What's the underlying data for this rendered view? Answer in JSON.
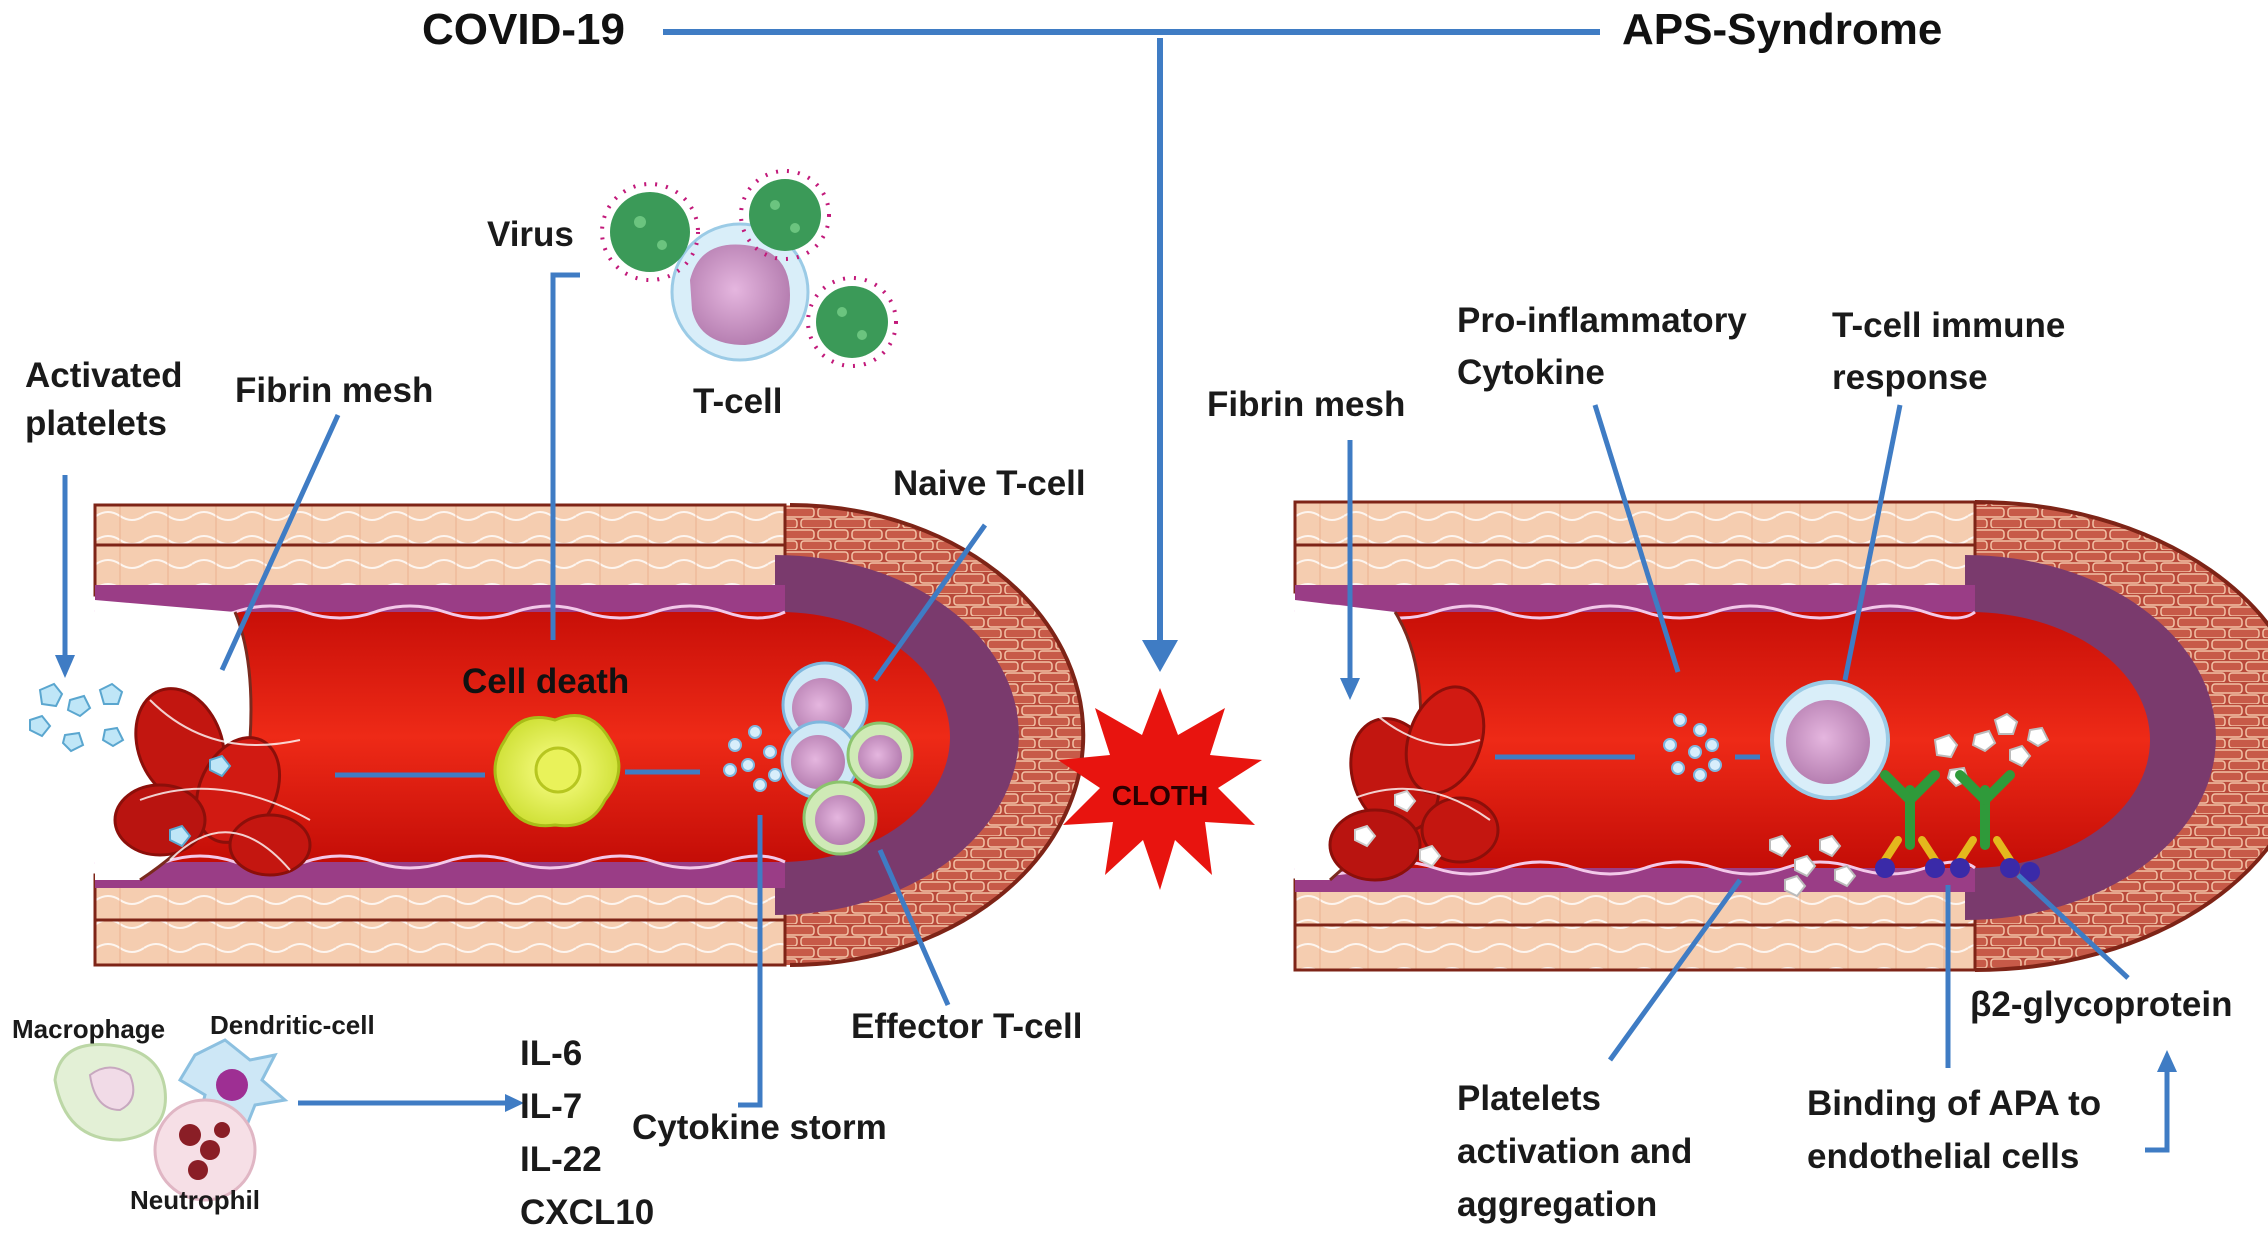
{
  "title_left": "COVID-19",
  "title_right": "APS-Syndrome",
  "center_event": "CLOTH",
  "left_panel": {
    "activated_platelets": "Activated platelets",
    "fibrin_mesh": "Fibrin mesh",
    "virus": "Virus",
    "t_cell": "T-cell",
    "cell_death": "Cell death",
    "naive_t_cell": "Naive T-cell",
    "effector_t_cell": "Effector T-cell",
    "cytokine_storm": "Cytokine storm",
    "macrophage": "Macrophage",
    "dendritic_cell": "Dendritic-cell",
    "neutrophil": "Neutrophil",
    "cytokines": [
      "IL-6",
      "IL-7",
      "IL-22",
      "CXCL10"
    ]
  },
  "right_panel": {
    "fibrin_mesh": "Fibrin mesh",
    "pro_inflammatory_line1": "Pro-inflammatory",
    "pro_inflammatory_line2": "Cytokine",
    "t_cell_immune_line1": "T-cell immune",
    "t_cell_immune_line2": "response",
    "b2_glycoprotein": "β2-glycoprotein",
    "binding_line1": "Binding of APA to",
    "binding_line2": "endothelial cells",
    "platelets_line1": "Platelets",
    "platelets_line2": "activation and",
    "platelets_line3": "aggregation"
  },
  "colors": {
    "arrow": "#3f7cc4",
    "blood": "#e0180f",
    "vessel_wall": "#f3c7a8",
    "vessel_outer": "#a8392c",
    "endothelium": "#9a3d86",
    "virus": "#3b9a58",
    "t_cell": "#c58fc0",
    "cloth_star": "#e8140f"
  }
}
